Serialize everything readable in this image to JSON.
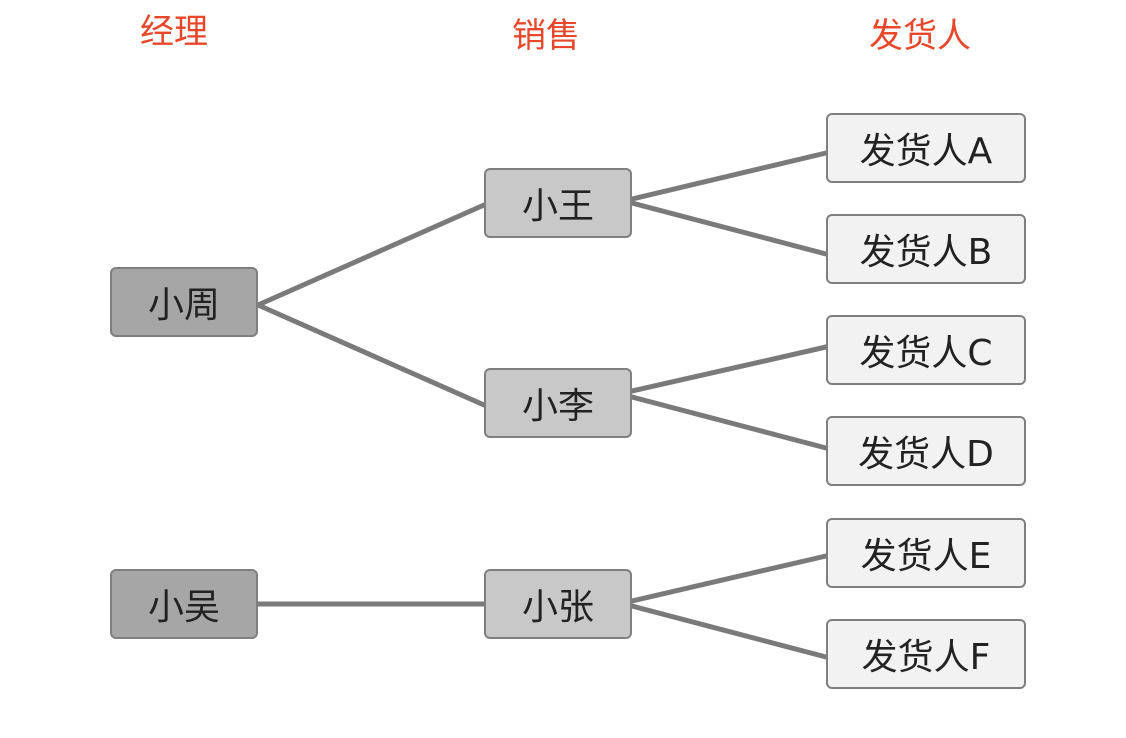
{
  "headers": {
    "manager": "经理",
    "sales": "销售",
    "shipper": "发货人"
  },
  "managers": [
    {
      "label": "小周"
    },
    {
      "label": "小吴"
    }
  ],
  "sales": [
    {
      "label": "小王",
      "manager": "小周"
    },
    {
      "label": "小李",
      "manager": "小周"
    },
    {
      "label": "小张",
      "manager": "小吴"
    }
  ],
  "shippers": [
    {
      "label": "发货人A",
      "sales": "小王"
    },
    {
      "label": "发货人B",
      "sales": "小王"
    },
    {
      "label": "发货人C",
      "sales": "小李"
    },
    {
      "label": "发货人D",
      "sales": "小李"
    },
    {
      "label": "发货人E",
      "sales": "小张"
    },
    {
      "label": "发货人F",
      "sales": "小张"
    }
  ],
  "colors": {
    "header_text": "#e8472b",
    "connector": "#7a7a7a",
    "manager_fill": "#a6a6a6",
    "sales_fill": "#c8c8c8",
    "shipper_fill": "#f2f2f2",
    "node_border": "#7f7f7f"
  }
}
